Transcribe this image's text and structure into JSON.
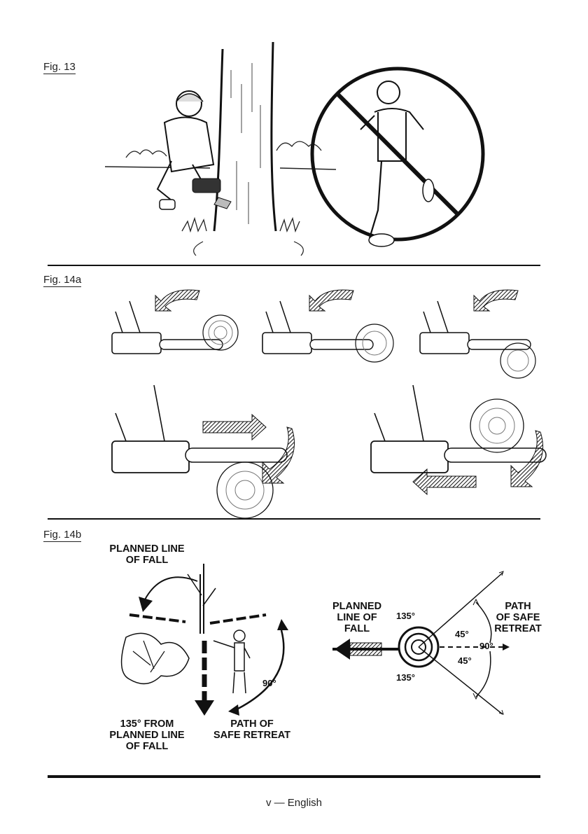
{
  "figures": {
    "fig13": {
      "label": "Fig. 13"
    },
    "fig14a": {
      "label": "Fig. 14a"
    },
    "fig14b": {
      "label": "Fig. 14b",
      "planned_line_of_fall_top": [
        "PLANNED LINE",
        "OF FALL"
      ],
      "from_planned_line": [
        "135° FROM",
        "PLANNED LINE",
        "OF FALL"
      ],
      "path_of_safe_retreat_left": [
        "PATH OF",
        "SAFE RETREAT"
      ],
      "angle_left": "90°",
      "planned_line_of_fall_right": [
        "PLANNED",
        "LINE OF",
        "FALL"
      ],
      "path_of_safe_retreat_right": [
        "PATH",
        "OF SAFE",
        "RETREAT"
      ],
      "angle_135_top": "135°",
      "angle_135_bottom": "135°",
      "angle_45_top": "45°",
      "angle_45_bottom": "45°",
      "angle_90": "90°"
    }
  },
  "footer": {
    "page": "v — English"
  }
}
